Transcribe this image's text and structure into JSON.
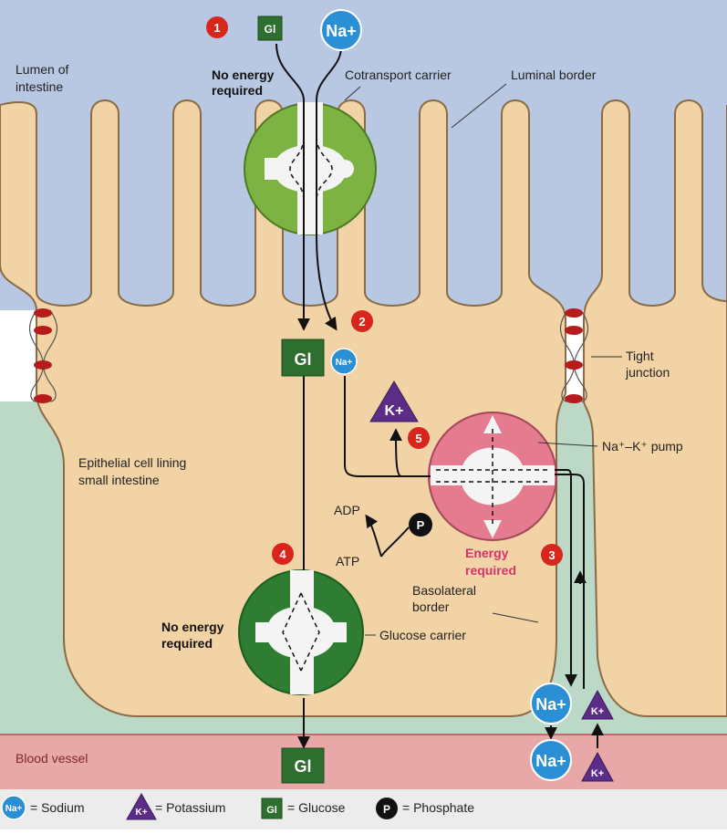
{
  "colors": {
    "lumen": "#b9c8e2",
    "cell": "#f1d3a6",
    "interstitial": "#bcd9c8",
    "blood": "#e8a8a8",
    "sodium": "#2a8fd4",
    "potassium": "#5b2d86",
    "glucose": "#2e6e2e",
    "cotransport": "#7cb342",
    "glucose_carrier": "#2e7d32",
    "pump": "#e57b8f",
    "step_badge": "#d9261c",
    "energy_text": "#d6336c"
  },
  "icons": [
    "sodium-icon",
    "potassium-icon",
    "glucose-icon",
    "phosphate-icon",
    "arrow-icon"
  ],
  "labels": {
    "lumen_line1": "Lumen of",
    "lumen_line2": "intestine",
    "no_energy_1_line1": "No energy",
    "no_energy_1_line2": "required",
    "cotransport_carrier": "Cotransport carrier",
    "luminal_border": "Luminal border",
    "tight_line1": "Tight",
    "tight_line2": "junction",
    "pump": "Na⁺–K⁺ pump",
    "epithelial_line1": "Epithelial cell lining",
    "epithelial_line2": "small intestine",
    "adp": "ADP",
    "atp": "ATP",
    "energy_line1": "Energy",
    "energy_line2": "required",
    "basolateral_line1": "Basolateral",
    "basolateral_line2": "border",
    "no_energy_2_line1": "No energy",
    "no_energy_2_line2": "required",
    "glucose_carrier": "Glucose carrier",
    "blood_vessel": "Blood vessel"
  },
  "ions": {
    "na": "Na+",
    "k": "K+",
    "gl": "Gl",
    "p": "P"
  },
  "steps": [
    "1",
    "2",
    "3",
    "4",
    "5"
  ],
  "legend": {
    "sodium": "= Sodium",
    "potassium": "= Potassium",
    "glucose": "= Glucose",
    "phosphate": "= Phosphate"
  }
}
